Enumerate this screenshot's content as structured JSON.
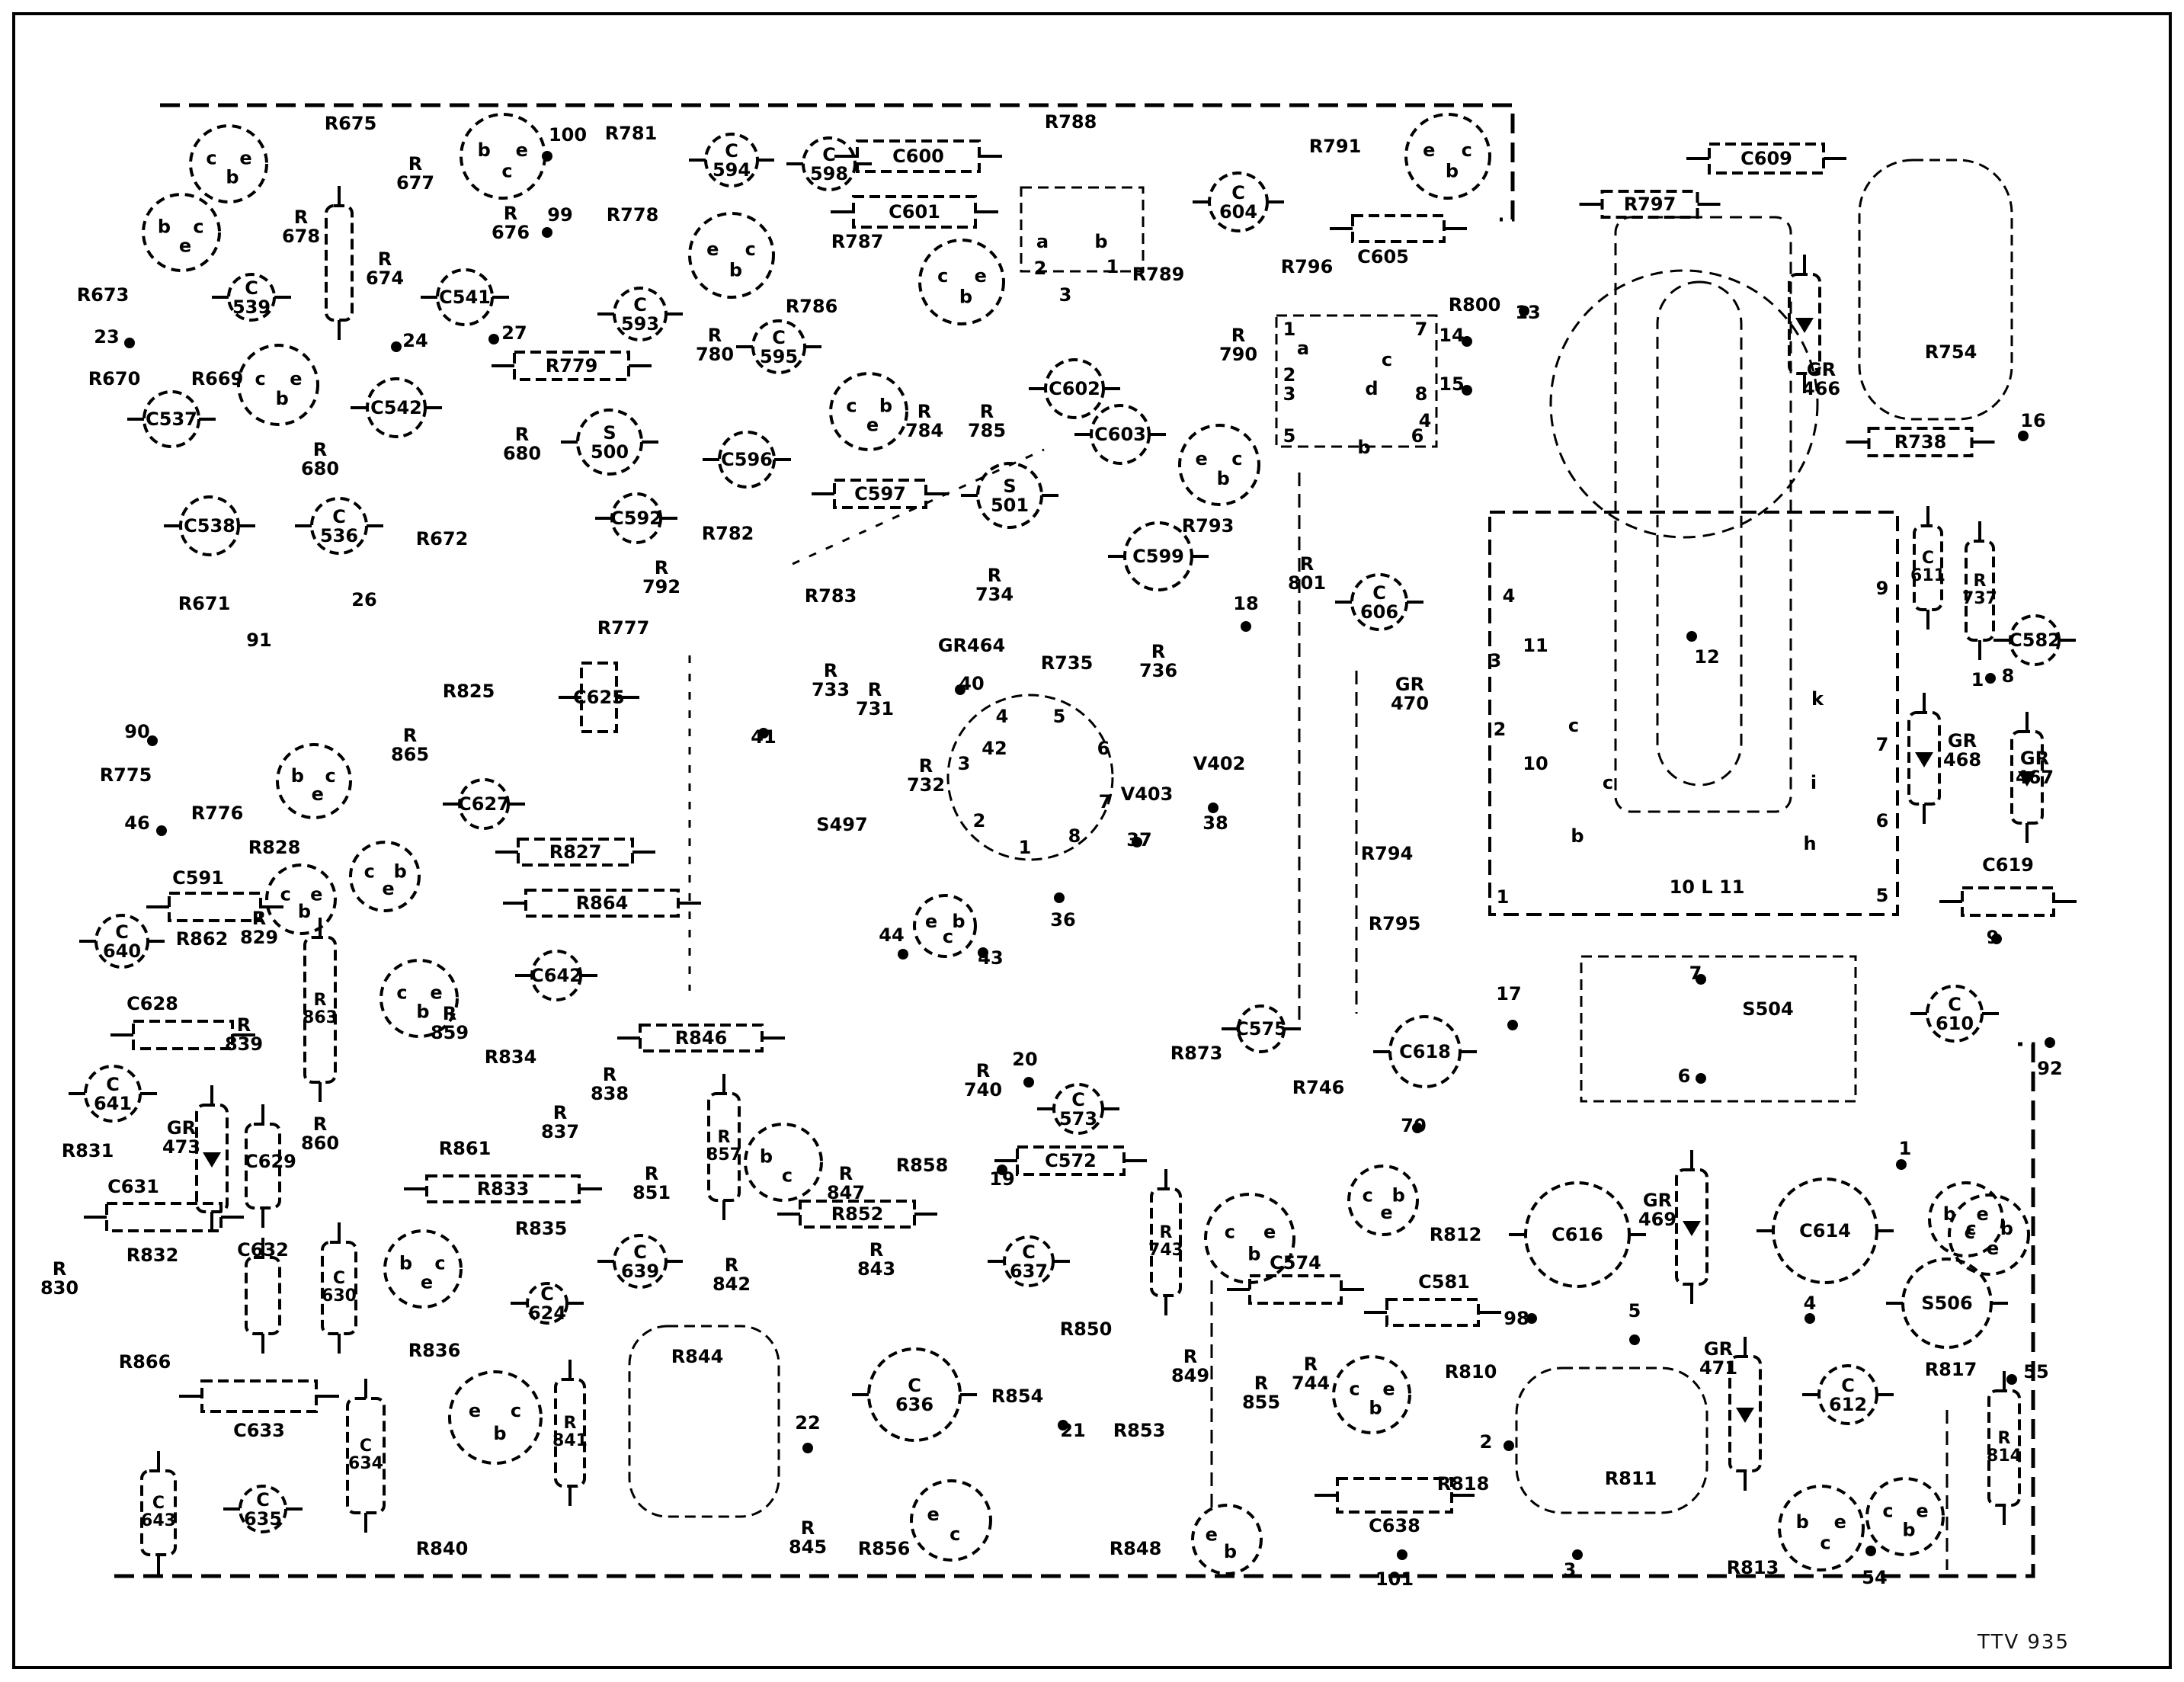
{
  "document": {
    "code": "TTV 935"
  },
  "transistors": [
    {
      "name": "t-tl1",
      "pins": [
        "c",
        "b",
        "e"
      ]
    },
    {
      "name": "t-tl2",
      "pins": [
        "b",
        "e",
        "c"
      ]
    },
    {
      "name": "t-tl3",
      "pins": [
        "b",
        "c",
        "e"
      ]
    },
    {
      "name": "t-tl4",
      "pins": [
        "c",
        "b",
        "e"
      ]
    },
    {
      "name": "t-tm1",
      "pins": [
        "e",
        "b",
        "c"
      ]
    },
    {
      "name": "t-tm2",
      "pins": [
        "c",
        "b",
        "e"
      ]
    },
    {
      "name": "t-tm3",
      "pins": [
        "c",
        "e",
        "b"
      ]
    },
    {
      "name": "t-tm4",
      "pins": [
        "e",
        "b",
        "c"
      ]
    },
    {
      "name": "t-tr1",
      "pins": [
        "e",
        "b",
        "c"
      ]
    },
    {
      "name": "t-ml1",
      "pins": [
        "b",
        "e",
        "c"
      ]
    },
    {
      "name": "t-ml2",
      "pins": [
        "c",
        "e",
        "b"
      ]
    },
    {
      "name": "t-ml3",
      "pins": [
        "c",
        "b",
        "e"
      ]
    },
    {
      "name": "t-bl1",
      "pins": [
        "b",
        "e",
        "c"
      ]
    },
    {
      "name": "t-bl2",
      "pins": [
        "b",
        "c"
      ]
    },
    {
      "name": "t-bm1",
      "pins": [
        "e",
        "c"
      ]
    },
    {
      "name": "t-bm2",
      "pins": [
        "c",
        "b",
        "e"
      ]
    },
    {
      "name": "t-bm3",
      "pins": [
        "c",
        "e",
        "b"
      ]
    },
    {
      "name": "t-bm4",
      "pins": [
        "e",
        "b"
      ]
    },
    {
      "name": "t-bm5",
      "pins": [
        "c",
        "b",
        "e"
      ]
    },
    {
      "name": "t-br1",
      "pins": [
        "c",
        "e",
        "b"
      ]
    },
    {
      "name": "t-br2",
      "pins": [
        "b",
        "c",
        "e"
      ]
    },
    {
      "name": "t-br3",
      "pins": [
        "c",
        "b",
        "e"
      ]
    },
    {
      "name": "t-br4",
      "pins": [
        "b",
        "c",
        "e"
      ]
    },
    {
      "name": "t-bb1",
      "pins": [
        "e",
        "b",
        "c"
      ]
    },
    {
      "name": "t-bb2",
      "pins": [
        "c",
        "b",
        "e"
      ]
    },
    {
      "name": "t-44",
      "pins": [
        "e",
        "c",
        "b"
      ]
    }
  ],
  "discs": [
    {
      "name": "c-594",
      "label": "C\n594"
    },
    {
      "name": "c-598",
      "label": "C\n598"
    },
    {
      "name": "c-604",
      "label": "C\n604"
    },
    {
      "name": "c-593",
      "label": "C\n593"
    },
    {
      "name": "c-595",
      "label": "C\n595"
    },
    {
      "name": "c-596",
      "label": "C596"
    },
    {
      "name": "s-500",
      "label": "S\n500"
    },
    {
      "name": "s-501",
      "label": "S\n501"
    },
    {
      "name": "c-602",
      "label": "C602"
    },
    {
      "name": "c-603",
      "label": "C603"
    },
    {
      "name": "c-599",
      "label": "C599"
    },
    {
      "name": "c-606",
      "label": "C\n606"
    },
    {
      "name": "c-541",
      "label": "C541"
    },
    {
      "name": "c-542",
      "label": "C542"
    },
    {
      "name": "c-537",
      "label": "C537"
    },
    {
      "name": "c-538",
      "label": "C538"
    },
    {
      "name": "c-536",
      "label": "C\n536"
    },
    {
      "name": "c-539",
      "label": "C\n539"
    },
    {
      "name": "c-592",
      "label": "C592"
    },
    {
      "name": "c-627",
      "label": "C627"
    },
    {
      "name": "c-640",
      "label": "C\n640"
    },
    {
      "name": "c-642",
      "label": "C642"
    },
    {
      "name": "c-641",
      "label": "C\n641"
    },
    {
      "name": "c-575",
      "label": "C575"
    },
    {
      "name": "c-618",
      "label": "C618"
    },
    {
      "name": "c-610",
      "label": "C\n610"
    },
    {
      "name": "c-573",
      "label": "C\n573"
    },
    {
      "name": "c-639",
      "label": "C\n639"
    },
    {
      "name": "c-637",
      "label": "C\n637"
    },
    {
      "name": "c-636",
      "label": "C\n636"
    },
    {
      "name": "c-624",
      "label": "C\n624"
    },
    {
      "name": "c-616",
      "label": "C616"
    },
    {
      "name": "c-614",
      "label": "C614"
    },
    {
      "name": "c-612",
      "label": "C\n612"
    },
    {
      "name": "s-506",
      "label": "S506"
    },
    {
      "name": "c-635",
      "label": "C\n635"
    },
    {
      "name": "c-582",
      "label": "C582"
    }
  ],
  "boxes": [
    {
      "name": "c-600",
      "label": "C600"
    },
    {
      "name": "c-601",
      "label": "C601"
    },
    {
      "name": "c-609",
      "label": "C609"
    },
    {
      "name": "r-797",
      "label": "R797"
    },
    {
      "name": "r-779",
      "label": "R779"
    },
    {
      "name": "c-597",
      "label": "C597"
    },
    {
      "name": "c-605",
      "label": ""
    },
    {
      "name": "r-738",
      "label": "R738"
    },
    {
      "name": "c-625",
      "label": "C625"
    },
    {
      "name": "r-827",
      "label": "R827"
    },
    {
      "name": "r-864",
      "label": "R864"
    },
    {
      "name": "r-846",
      "label": "R846"
    },
    {
      "name": "r-833",
      "label": "R833"
    },
    {
      "name": "r-852",
      "label": "R852"
    },
    {
      "name": "c-572",
      "label": "C572"
    },
    {
      "name": "c-574",
      "label": ""
    },
    {
      "name": "c-581",
      "label": ""
    },
    {
      "name": "c-633",
      "label": ""
    },
    {
      "name": "c-638",
      "label": ""
    },
    {
      "name": "c-619",
      "label": ""
    },
    {
      "name": "c-591",
      "label": ""
    },
    {
      "name": "c-628",
      "label": ""
    },
    {
      "name": "c-631",
      "label": ""
    }
  ],
  "vboxes": [
    {
      "name": "r-674",
      "label": ""
    },
    {
      "name": "r-863",
      "label": "R\n863"
    },
    {
      "name": "c-611",
      "label": "C\n611"
    },
    {
      "name": "r-737",
      "label": "R\n737"
    },
    {
      "name": "gr-468",
      "label": ""
    },
    {
      "name": "gr-467",
      "label": ""
    },
    {
      "name": "gr-466",
      "label": ""
    },
    {
      "name": "r-857",
      "label": "R\n857"
    },
    {
      "name": "r-743",
      "label": "R\n743"
    },
    {
      "name": "gr-469",
      "label": ""
    },
    {
      "name": "gr-471",
      "label": ""
    },
    {
      "name": "r-814",
      "label": "R\n814"
    },
    {
      "name": "r-841",
      "label": "R\n841"
    },
    {
      "name": "c-630",
      "label": "C\n630"
    },
    {
      "name": "c-634",
      "label": "C\n634"
    },
    {
      "name": "c-632",
      "label": ""
    },
    {
      "name": "c-629",
      "label": ""
    },
    {
      "name": "gr-473",
      "label": ""
    },
    {
      "name": "c-643",
      "label": "C\n643"
    }
  ],
  "labels": [
    {
      "name": "l-r675",
      "text": "R675"
    },
    {
      "name": "l-r677",
      "text": "R\n677"
    },
    {
      "name": "l-r678",
      "text": "R\n678"
    },
    {
      "name": "l-r676",
      "text": "R\n676"
    },
    {
      "name": "l-r674",
      "text": "R\n674"
    },
    {
      "name": "l-r673",
      "text": "R673"
    },
    {
      "name": "l-23",
      "text": "23"
    },
    {
      "name": "l-r670",
      "text": "R670"
    },
    {
      "name": "l-r669",
      "text": "R669"
    },
    {
      "name": "l-24",
      "text": "24"
    },
    {
      "name": "l-27",
      "text": "27"
    },
    {
      "name": "l-100",
      "text": "100"
    },
    {
      "name": "l-99",
      "text": "99"
    },
    {
      "name": "l-r781",
      "text": "R781"
    },
    {
      "name": "l-r778",
      "text": "R778"
    },
    {
      "name": "l-r780",
      "text": "R\n780"
    },
    {
      "name": "l-r787",
      "text": "R787"
    },
    {
      "name": "l-r786",
      "text": "R786"
    },
    {
      "name": "l-r788",
      "text": "R788"
    },
    {
      "name": "l-r789",
      "text": "R789"
    },
    {
      "name": "l-r790",
      "text": "R\n790"
    },
    {
      "name": "l-r791",
      "text": "R791"
    },
    {
      "name": "l-r796",
      "text": "R796"
    },
    {
      "name": "l-c605",
      "text": "C605"
    },
    {
      "name": "l-r800",
      "text": "R800"
    },
    {
      "name": "l-13",
      "text": "13"
    },
    {
      "name": "l-r784",
      "text": "R\n784"
    },
    {
      "name": "l-r785",
      "text": "R\n785"
    },
    {
      "name": "l-r680",
      "text": "R\n680"
    },
    {
      "name": "l-r680b",
      "text": "R\n680"
    },
    {
      "name": "l-r672",
      "text": "R672"
    },
    {
      "name": "l-26",
      "text": "26"
    },
    {
      "name": "l-r671",
      "text": "R671"
    },
    {
      "name": "l-91",
      "text": "91"
    },
    {
      "name": "l-r782",
      "text": "R782"
    },
    {
      "name": "l-r783",
      "text": "R783"
    },
    {
      "name": "l-r777",
      "text": "R777"
    },
    {
      "name": "l-r792",
      "text": "R\n792"
    },
    {
      "name": "l-r793",
      "text": "R793"
    },
    {
      "name": "l-r801",
      "text": "R\n801"
    },
    {
      "name": "l-18",
      "text": "18"
    },
    {
      "name": "l-14",
      "text": "14"
    },
    {
      "name": "l-15",
      "text": "15"
    },
    {
      "name": "l-16",
      "text": "16"
    },
    {
      "name": "l-r754",
      "text": "R754"
    },
    {
      "name": "l-gr466",
      "text": "GR\n466"
    },
    {
      "name": "l-12",
      "text": "12"
    },
    {
      "name": "l-8",
      "text": "8"
    },
    {
      "name": "l-1a",
      "text": "1"
    },
    {
      "name": "l-r734",
      "text": "R\n734"
    },
    {
      "name": "l-gr464",
      "text": "GR464"
    },
    {
      "name": "l-r735",
      "text": "R735"
    },
    {
      "name": "l-r736",
      "text": "R\n736"
    },
    {
      "name": "l-v402",
      "text": "V402"
    },
    {
      "name": "l-v403",
      "text": "V403"
    },
    {
      "name": "l-r733",
      "text": "R\n733"
    },
    {
      "name": "l-r731",
      "text": "R\n731"
    },
    {
      "name": "l-r732",
      "text": "R\n732"
    },
    {
      "name": "l-s497",
      "text": "S497"
    },
    {
      "name": "l-41",
      "text": "41"
    },
    {
      "name": "l-40",
      "text": "40"
    },
    {
      "name": "l-42",
      "text": "42"
    },
    {
      "name": "l-37",
      "text": "37"
    },
    {
      "name": "l-38",
      "text": "38"
    },
    {
      "name": "l-36",
      "text": "36"
    },
    {
      "name": "l-43",
      "text": "43"
    },
    {
      "name": "l-44",
      "text": "44"
    },
    {
      "name": "l-p1",
      "text": "1"
    },
    {
      "name": "l-p2",
      "text": "2"
    },
    {
      "name": "l-p3",
      "text": "3"
    },
    {
      "name": "l-p4",
      "text": "4"
    },
    {
      "name": "l-p5",
      "text": "5"
    },
    {
      "name": "l-p6",
      "text": "6"
    },
    {
      "name": "l-p7",
      "text": "7"
    },
    {
      "name": "l-p8",
      "text": "8"
    },
    {
      "name": "l-r825",
      "text": "R825"
    },
    {
      "name": "l-90",
      "text": "90"
    },
    {
      "name": "l-r775",
      "text": "R775"
    },
    {
      "name": "l-46",
      "text": "46"
    },
    {
      "name": "l-r776",
      "text": "R776"
    },
    {
      "name": "l-r865",
      "text": "R\n865"
    },
    {
      "name": "l-r828",
      "text": "R828"
    },
    {
      "name": "l-r862",
      "text": "R862"
    },
    {
      "name": "l-r829",
      "text": "R\n829"
    },
    {
      "name": "l-r839",
      "text": "R\n839"
    },
    {
      "name": "l-r831",
      "text": "R831"
    },
    {
      "name": "l-gr473",
      "text": "GR\n473"
    },
    {
      "name": "l-c629",
      "text": "C629"
    },
    {
      "name": "l-r830",
      "text": "R\n830"
    },
    {
      "name": "l-r832",
      "text": "R832"
    },
    {
      "name": "l-r866",
      "text": "R866"
    },
    {
      "name": "l-c632",
      "text": "C632"
    },
    {
      "name": "l-c633",
      "text": "C633"
    },
    {
      "name": "l-r859",
      "text": "R\n859"
    },
    {
      "name": "l-r834",
      "text": "R834"
    },
    {
      "name": "l-r860",
      "text": "R\n860"
    },
    {
      "name": "l-r861",
      "text": "R861"
    },
    {
      "name": "l-r837",
      "text": "R\n837"
    },
    {
      "name": "l-r838",
      "text": "R\n838"
    },
    {
      "name": "l-r851",
      "text": "R\n851"
    },
    {
      "name": "l-r835",
      "text": "R835"
    },
    {
      "name": "l-r836",
      "text": "R836"
    },
    {
      "name": "l-r840",
      "text": "R840"
    },
    {
      "name": "l-r842",
      "text": "R\n842"
    },
    {
      "name": "l-r843",
      "text": "R\n843"
    },
    {
      "name": "l-r844",
      "text": "R844"
    },
    {
      "name": "l-22",
      "text": "22"
    },
    {
      "name": "l-r845",
      "text": "R\n845"
    },
    {
      "name": "l-r856",
      "text": "R856"
    },
    {
      "name": "l-r847",
      "text": "R\n847"
    },
    {
      "name": "l-r858",
      "text": "R858"
    },
    {
      "name": "l-r740",
      "text": "R\n740"
    },
    {
      "name": "l-20",
      "text": "20"
    },
    {
      "name": "l-19",
      "text": "19"
    },
    {
      "name": "l-r873",
      "text": "R873"
    },
    {
      "name": "l-r746",
      "text": "R746"
    },
    {
      "name": "l-r850",
      "text": "R850"
    },
    {
      "name": "l-r854",
      "text": "R854"
    },
    {
      "name": "l-21",
      "text": "21"
    },
    {
      "name": "l-r853",
      "text": "R853"
    },
    {
      "name": "l-r848",
      "text": "R848"
    },
    {
      "name": "l-r849",
      "text": "R\n849"
    },
    {
      "name": "l-r855",
      "text": "R\n855"
    },
    {
      "name": "l-r744",
      "text": "R\n744"
    },
    {
      "name": "l-c574",
      "text": "C574"
    },
    {
      "name": "l-r812",
      "text": "R812"
    },
    {
      "name": "l-c581",
      "text": "C581"
    },
    {
      "name": "l-98",
      "text": "98"
    },
    {
      "name": "l-5",
      "text": "5"
    },
    {
      "name": "l-r810",
      "text": "R810"
    },
    {
      "name": "l-2",
      "text": "2"
    },
    {
      "name": "l-r811",
      "text": "R811"
    },
    {
      "name": "l-r818",
      "text": "R818"
    },
    {
      "name": "l-c638",
      "text": "C638"
    },
    {
      "name": "l-101",
      "text": "101"
    },
    {
      "name": "l-3",
      "text": "3"
    },
    {
      "name": "l-r813",
      "text": "R813"
    },
    {
      "name": "l-54",
      "text": "54"
    },
    {
      "name": "l-55",
      "text": "55"
    },
    {
      "name": "l-r817",
      "text": "R817"
    },
    {
      "name": "l-gr469",
      "text": "GR\n469"
    },
    {
      "name": "l-gr471",
      "text": "GR\n471"
    },
    {
      "name": "l-4",
      "text": "4"
    },
    {
      "name": "l-1b",
      "text": "1"
    },
    {
      "name": "l-70",
      "text": "70"
    },
    {
      "name": "l-17",
      "text": "17"
    },
    {
      "name": "l-92",
      "text": "92"
    },
    {
      "name": "l-r794",
      "text": "R794"
    },
    {
      "name": "l-r795",
      "text": "R795"
    },
    {
      "name": "l-gr470",
      "text": "GR\n470"
    },
    {
      "name": "l-gr468",
      "text": "GR\n468"
    },
    {
      "name": "l-gr467",
      "text": "GR\n467"
    },
    {
      "name": "l-c619",
      "text": "C619"
    },
    {
      "name": "l-9",
      "text": "9"
    },
    {
      "name": "l-s504",
      "text": "S504"
    },
    {
      "name": "l-7",
      "text": "7"
    },
    {
      "name": "l-6",
      "text": "6"
    },
    {
      "name": "l-c591",
      "text": "C591"
    },
    {
      "name": "l-c628",
      "text": "C628"
    },
    {
      "name": "l-c631",
      "text": "C631"
    },
    {
      "name": "l-tr4",
      "text": "4"
    },
    {
      "name": "l-tr11",
      "text": "11"
    },
    {
      "name": "l-tr3",
      "text": "3"
    },
    {
      "name": "l-tr2",
      "text": "2"
    },
    {
      "name": "l-tr10",
      "text": "10"
    },
    {
      "name": "l-tr1",
      "text": "1"
    },
    {
      "name": "l-trc1",
      "text": "c"
    },
    {
      "name": "l-trc2",
      "text": "c"
    },
    {
      "name": "l-trb",
      "text": "b"
    },
    {
      "name": "l-tr9",
      "text": "9"
    },
    {
      "name": "l-tr7",
      "text": "7"
    },
    {
      "name": "l-tr6",
      "text": "6"
    },
    {
      "name": "l-tr5",
      "text": "5"
    },
    {
      "name": "l-trk",
      "text": "k"
    },
    {
      "name": "l-tri",
      "text": "i"
    },
    {
      "name": "l-trh",
      "text": "h"
    },
    {
      "name": "l-l1011",
      "text": "10   L   11"
    },
    {
      "name": "l-ta",
      "text": "a"
    },
    {
      "name": "l-tb",
      "text": "b"
    },
    {
      "name": "l-t2",
      "text": "2"
    },
    {
      "name": "l-t1",
      "text": "1"
    },
    {
      "name": "l-t3",
      "text": "3"
    },
    {
      "name": "l-u1",
      "text": "1"
    },
    {
      "name": "l-u2",
      "text": "2"
    },
    {
      "name": "l-u3",
      "text": "3"
    },
    {
      "name": "l-u4",
      "text": "4"
    },
    {
      "name": "l-u5",
      "text": "5"
    },
    {
      "name": "l-ua",
      "text": "a"
    },
    {
      "name": "l-ub",
      "text": "b"
    },
    {
      "name": "l-uc",
      "text": "c"
    },
    {
      "name": "l-ud",
      "text": "d"
    },
    {
      "name": "l-u6",
      "text": "6"
    },
    {
      "name": "l-u7",
      "text": "7"
    },
    {
      "name": "l-u8",
      "text": "8"
    }
  ]
}
